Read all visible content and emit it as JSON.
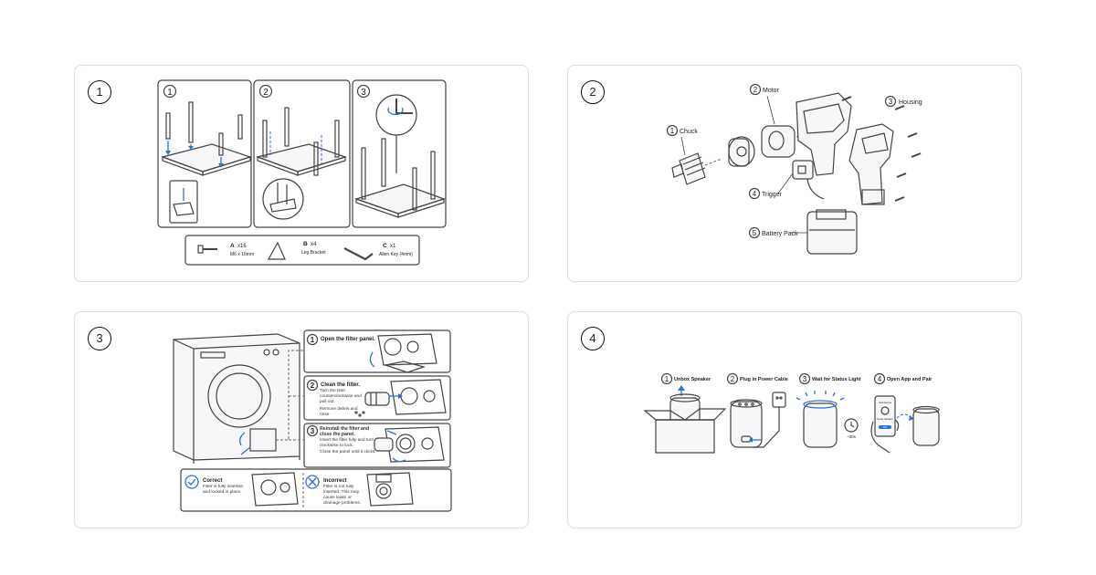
{
  "panels": [
    {
      "number": "1",
      "steps": [
        "1",
        "2",
        "3"
      ],
      "parts": [
        {
          "letter": "A",
          "qty": "x16",
          "desc": "M6 x 16mm"
        },
        {
          "letter": "B",
          "qty": "x4",
          "desc": "Leg Bracket"
        },
        {
          "letter": "C",
          "qty": "x1",
          "desc": "Allen Key (4mm)"
        }
      ]
    },
    {
      "number": "2",
      "labels": [
        {
          "num": "1",
          "text": "Chuck"
        },
        {
          "num": "2",
          "text": "Motor"
        },
        {
          "num": "3",
          "text": "Housing"
        },
        {
          "num": "4",
          "text": "Trigger"
        },
        {
          "num": "5",
          "text": "Battery Pack"
        }
      ]
    },
    {
      "number": "3",
      "steps": [
        {
          "num": "1",
          "title": "Open the filter panel.",
          "body": ""
        },
        {
          "num": "2",
          "title": "Clean the filter.",
          "body": "Turn the filter counterclockwise and pull out.",
          "body2": "Remove debris and rinse."
        },
        {
          "num": "3",
          "title": "Reinstall the filter and close the panel.",
          "body": "Insert the filter fully and turn clockwise to lock.",
          "body2": "Close the panel until it clicks."
        }
      ],
      "correct": {
        "title": "Correct",
        "body": "Filter is fully inserted and locked in place."
      },
      "incorrect": {
        "title": "Incorrect",
        "body": "Filter is not fully inserted. This may cause leaks or drainage problems."
      }
    },
    {
      "number": "4",
      "steps": [
        {
          "num": "1",
          "text": "Unbox Speaker"
        },
        {
          "num": "2",
          "text": "Plug in Power Cable"
        },
        {
          "num": "3",
          "text": "Wait for Status Light"
        },
        {
          "num": "4",
          "text": "Open App and Pair"
        }
      ],
      "wait": "~30s",
      "app": {
        "header": "Add Device",
        "device": "Smart Speaker",
        "button": "Pair"
      }
    }
  ],
  "colors": {
    "accent": "#2f6fd6",
    "border": "#dcdce2",
    "line": "#444444"
  }
}
